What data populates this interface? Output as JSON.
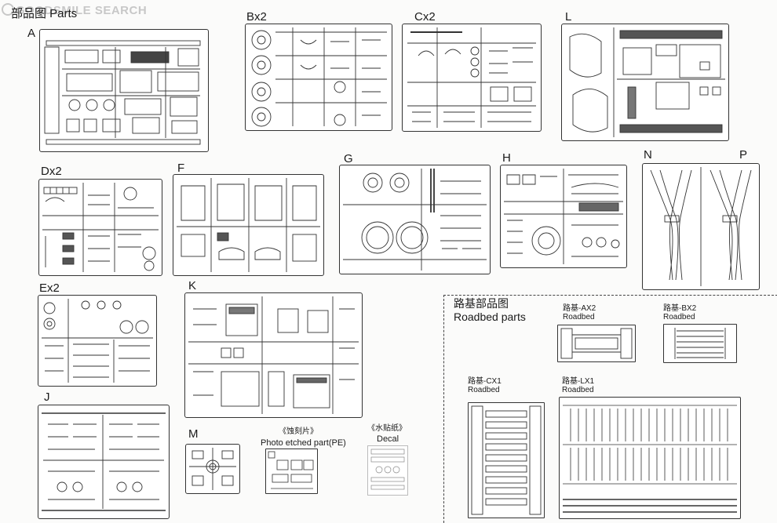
{
  "watermark": "GOODSMILE SEARCH",
  "header": "部品图 Parts",
  "sprues": [
    {
      "id": "A",
      "label": "A"
    },
    {
      "id": "B",
      "label": "Bx2"
    },
    {
      "id": "C",
      "label": "Cx2"
    },
    {
      "id": "L",
      "label": "L"
    },
    {
      "id": "D",
      "label": "Dx2"
    },
    {
      "id": "F",
      "label": "F"
    },
    {
      "id": "G",
      "label": "G"
    },
    {
      "id": "H",
      "label": "H"
    },
    {
      "id": "N",
      "label": "N"
    },
    {
      "id": "P",
      "label": "P"
    },
    {
      "id": "E",
      "label": "Ex2"
    },
    {
      "id": "K",
      "label": "K"
    },
    {
      "id": "J",
      "label": "J"
    },
    {
      "id": "M",
      "label": "M"
    }
  ],
  "pe": {
    "cn": "《蚀刻片》",
    "en": "Photo etched part(PE)"
  },
  "decal": {
    "cn": "《水贴纸》",
    "en": "Decal"
  },
  "roadbed": {
    "title_cn": "路基部品图",
    "title_en": "Roadbed parts",
    "ax2": {
      "cn": "路基-AX2",
      "en": "Roadbed"
    },
    "bx2": {
      "cn": "路基-BX2",
      "en": "Roadbed"
    },
    "cx1": {
      "cn": "路基-CX1",
      "en": "Roadbed"
    },
    "lx1": {
      "cn": "路基-LX1",
      "en": "Roadbed"
    }
  }
}
